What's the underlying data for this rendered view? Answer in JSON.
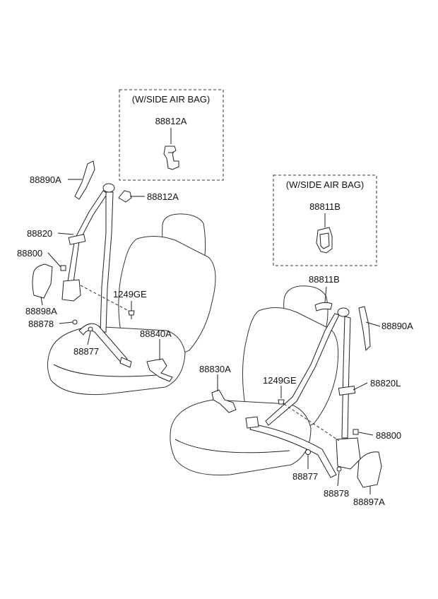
{
  "diagram": {
    "boxes": [
      {
        "title": "(W/SIDE AIR BAG)",
        "part": "88812A"
      },
      {
        "title": "(W/SIDE AIR BAG)",
        "part": "88811B"
      }
    ],
    "labels": {
      "l_88890A": "88890A",
      "l_88812A": "88812A",
      "l_88820": "88820",
      "l_88800_l": "88800",
      "l_88898A": "88898A",
      "l_88878_l": "88878",
      "l_1249GE_l": "1249GE",
      "l_88877_l": "88877",
      "l_88840A": "88840A",
      "l_88811B": "88811B",
      "l_88890A_r": "88890A",
      "l_88830A": "88830A",
      "l_1249GE_r": "1249GE",
      "l_88820L": "88820L",
      "l_88800_r": "88800",
      "l_88877_r": "88877",
      "l_88878_r": "88878",
      "l_88897A": "88897A"
    }
  }
}
